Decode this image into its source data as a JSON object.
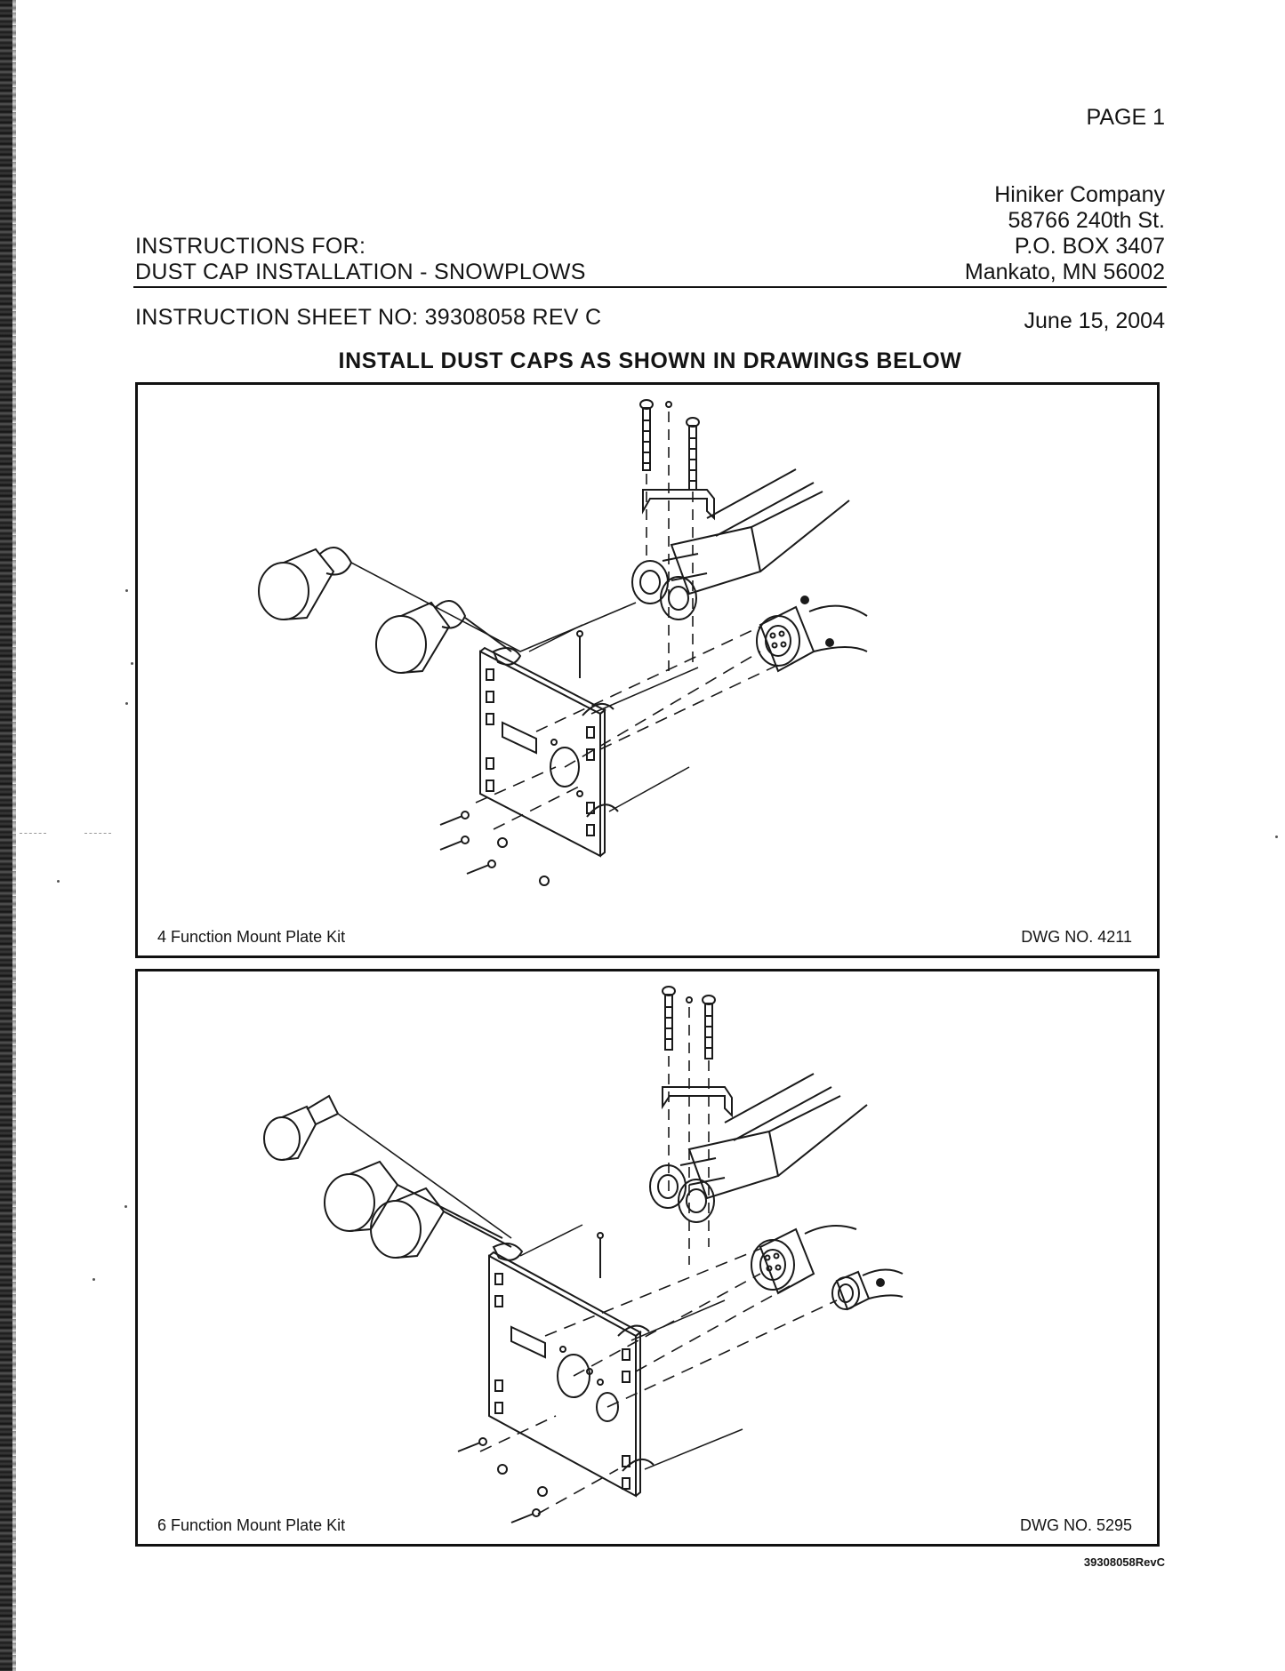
{
  "header": {
    "page_label": "PAGE 1",
    "company_lines": [
      "Hiniker Company",
      "58766 240th St.",
      "P.O. BOX 3407",
      "Mankato, MN 56002"
    ],
    "instructions_label": "INSTRUCTIONS FOR:",
    "instructions_title": "DUST CAP INSTALLATION - SNOWPLOWS",
    "sheet_number": "INSTRUCTION SHEET NO: 39308058 REV C",
    "date": "June 15, 2004"
  },
  "main_heading": "INSTALL DUST CAPS AS SHOWN IN DRAWINGS BELOW",
  "drawings": [
    {
      "kit_label": "4 Function Mount Plate Kit",
      "dwg_label": "DWG NO. 4211"
    },
    {
      "kit_label": "6 Function Mount Plate Kit",
      "dwg_label": "DWG NO. 5295"
    }
  ],
  "footer_code": "39308058RevC"
}
